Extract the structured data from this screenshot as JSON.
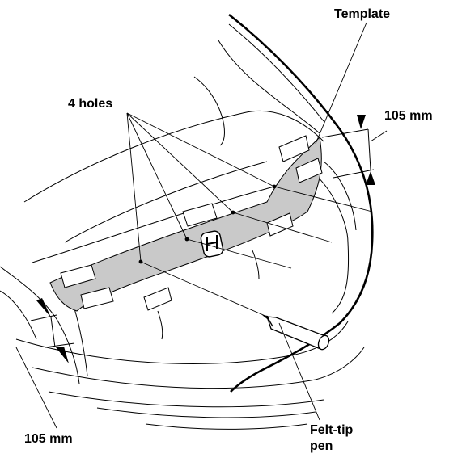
{
  "labels": {
    "template": "Template",
    "holes": "4 holes",
    "dim_right": "105 mm",
    "dim_left": "105 mm",
    "pen_line1": "Felt-tip",
    "pen_line2": "pen"
  },
  "colors": {
    "template_fill": "#c9c9c9",
    "line": "#000000",
    "background": "#ffffff"
  }
}
